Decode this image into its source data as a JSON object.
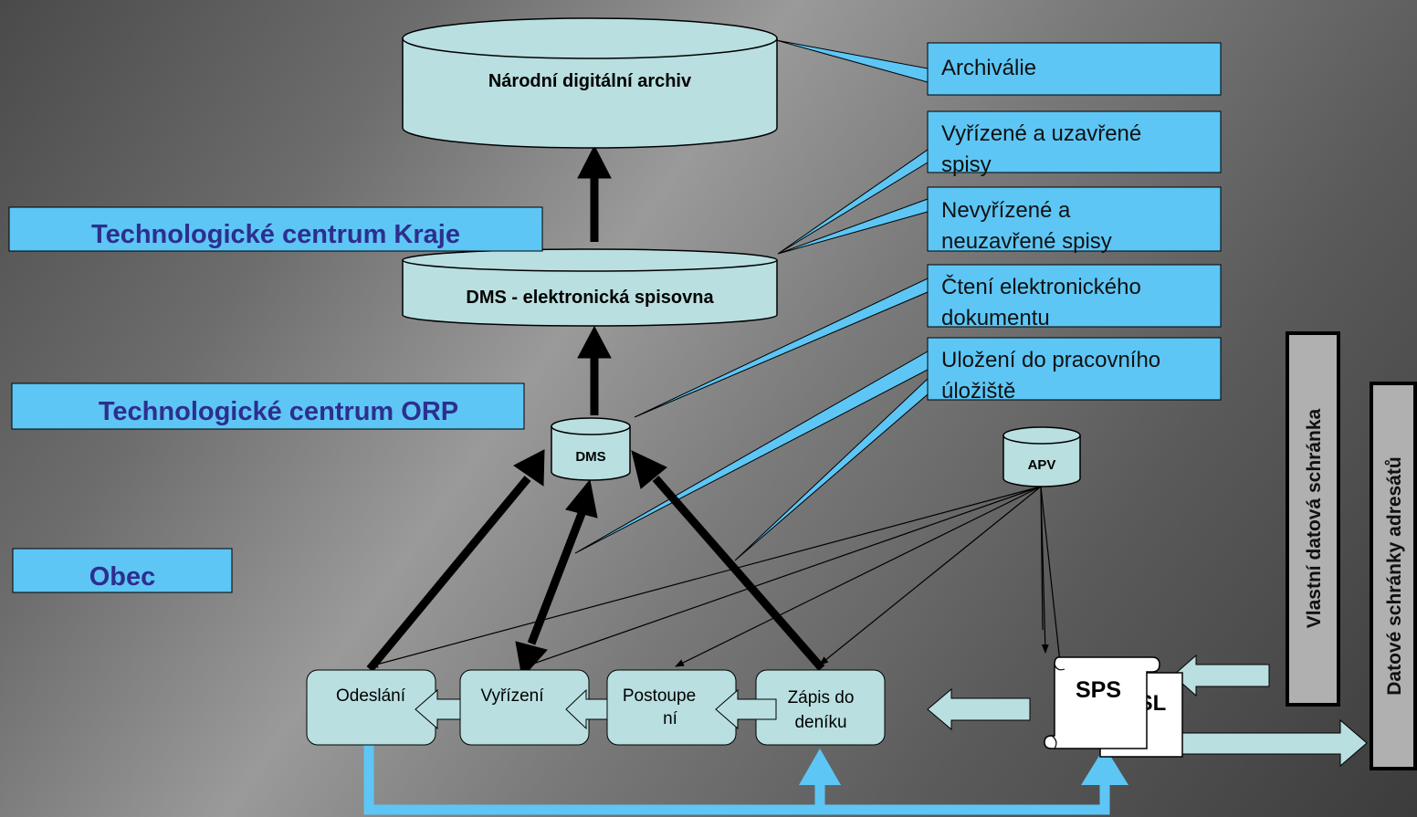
{
  "databases": {
    "nda": "Národní  digitální archiv",
    "dms_kraj": "DMS - elektronická spisovna",
    "dms_orp": "DMS",
    "apv": "APV"
  },
  "levels": {
    "kraj": "Technologické centrum Kraje",
    "orp": "Technologické centrum ORP",
    "obec": "Obec"
  },
  "callouts": {
    "archivalie": "Archiválie",
    "vyrizene_1": "Vyřízené a uzavřené",
    "vyrizene_2": "spisy",
    "nevyrizene_1": "Nevyřízené a",
    "nevyrizene_2": "neuzavřené spisy",
    "cteni_1": "Čtení elektronického",
    "cteni_2": "dokumentu",
    "ulozeni_1": "Uložení  do pracovního",
    "ulozeni_2": "úložiště"
  },
  "process": {
    "odeslani": "Odeslání",
    "vyrizeni": "Vyřízení",
    "postoupeni_1": "Postoupe",
    "postoupeni_2": "ní",
    "zapis_1": "Zápis do",
    "zapis_2": "deníku"
  },
  "scroll": {
    "front": "SPS",
    "back_fragment": "SL"
  },
  "vertical": {
    "vlastni": "Vlastní datová schránka",
    "adresati": "Datové schránky adresátů"
  },
  "colors": {
    "cylinder_fill": "#b9dfe0",
    "callout_fill": "#5dc6f5",
    "band_text": "#2e2e8e",
    "process_fill": "#b9dfe0",
    "flow_arrow": "#5dc6f5"
  }
}
